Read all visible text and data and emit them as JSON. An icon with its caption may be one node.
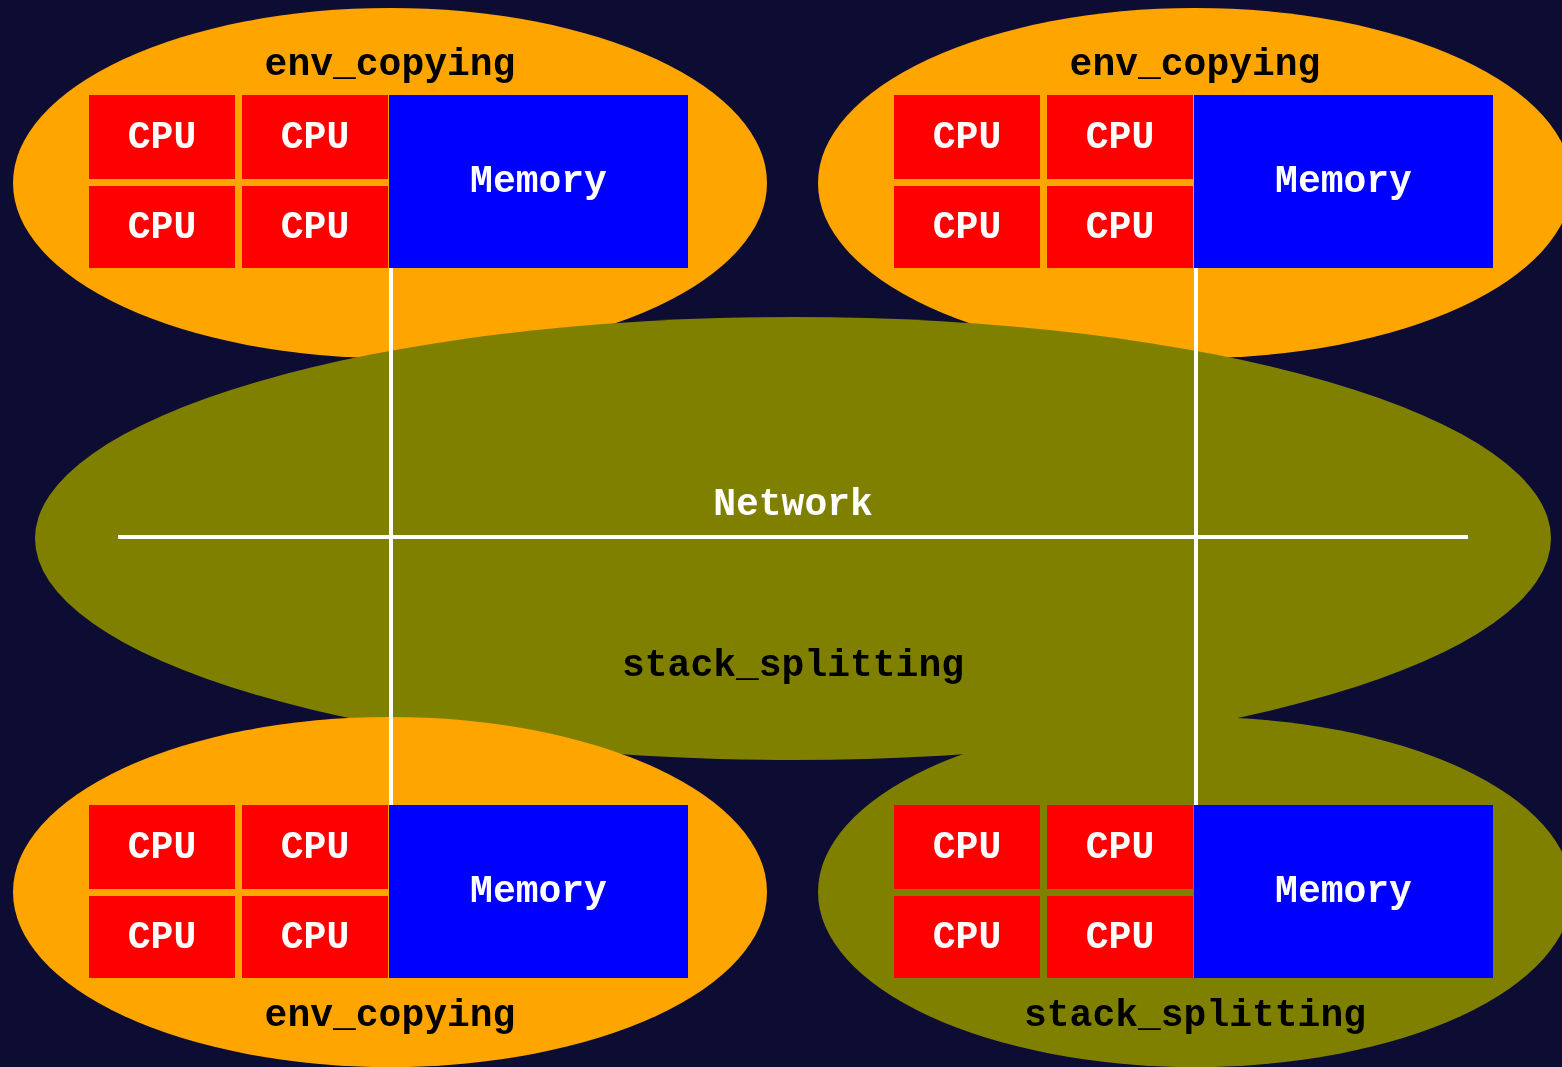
{
  "diagram": {
    "nodes": [
      {
        "text": [
          "env_copying"
        ]
      },
      {
        "text": [
          "CPU"
        ],
        "in": 0
      },
      {
        "text": [
          "CPU"
        ],
        "in": 0
      },
      {
        "text": [
          "CPU"
        ],
        "in": 0
      },
      {
        "text": [
          "CPU"
        ],
        "in": 0
      },
      {
        "text": [
          "Memory"
        ],
        "in": 0
      },
      {
        "text": [
          "env_copying"
        ]
      },
      {
        "text": [
          "CPU"
        ],
        "in": 6
      },
      {
        "text": [
          "CPU"
        ],
        "in": 6
      },
      {
        "text": [
          "CPU"
        ],
        "in": 6
      },
      {
        "text": [
          "CPU"
        ],
        "in": 6
      },
      {
        "text": [
          "Memory"
        ],
        "in": 6
      },
      {
        "text": [
          "stack_splitting"
        ]
      },
      {
        "text": [
          "Network"
        ],
        "in": 12
      },
      {
        "text": [
          "env_copying"
        ]
      },
      {
        "text": [
          "CPU"
        ],
        "in": 14
      },
      {
        "text": [
          "CPU"
        ],
        "in": 14
      },
      {
        "text": [
          "CPU"
        ],
        "in": 14
      },
      {
        "text": [
          "CPU"
        ],
        "in": 14
      },
      {
        "text": [
          "Memory"
        ],
        "in": 14
      },
      {
        "text": [
          "stack_splitting"
        ]
      },
      {
        "text": [
          "CPU"
        ],
        "in": 20
      },
      {
        "text": [
          "CPU"
        ],
        "in": 20
      },
      {
        "text": [
          "CPU"
        ],
        "in": 20
      },
      {
        "text": [
          "CPU"
        ],
        "in": 20
      },
      {
        "text": [
          "Memory"
        ],
        "in": 20
      }
    ],
    "edges": [
      {
        "from": 5,
        "to": 13,
        "arrow": "none"
      },
      {
        "from": 11,
        "to": 13,
        "arrow": "none"
      },
      {
        "from": 19,
        "to": 13,
        "arrow": "none"
      },
      {
        "from": 25,
        "to": 13,
        "arrow": "none"
      }
    ]
  }
}
